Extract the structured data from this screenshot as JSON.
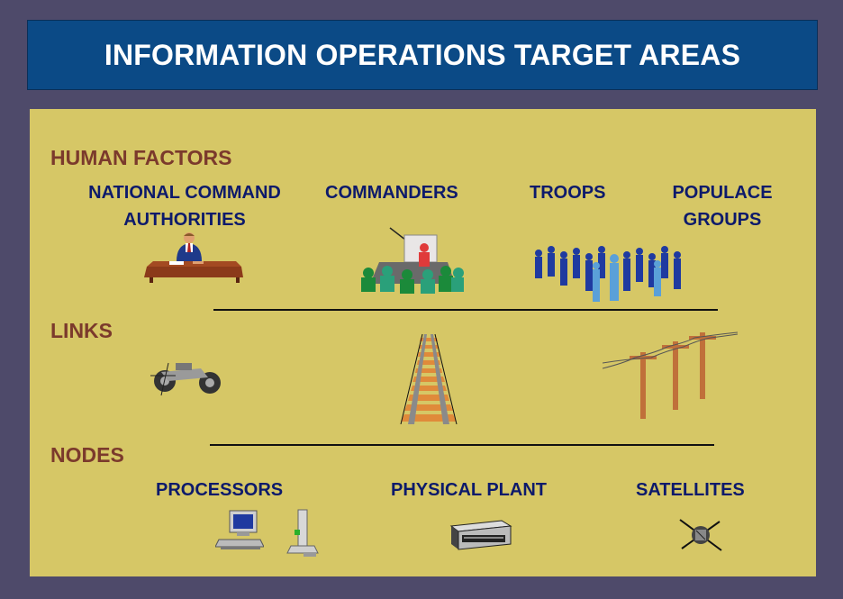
{
  "title": "INFORMATION OPERATIONS TARGET AREAS",
  "sections": {
    "human_factors": {
      "heading": "HUMAN FACTORS",
      "items": {
        "nca_line1": "NATIONAL COMMAND",
        "nca_line2": "AUTHORITIES",
        "commanders": "COMMANDERS",
        "troops": "TROOPS",
        "populace_line1": "POPULACE",
        "populace_line2": "GROUPS"
      }
    },
    "links": {
      "heading": "LINKS"
    },
    "nodes": {
      "heading": "NODES",
      "items": {
        "processors": "PROCESSORS",
        "physical_plant": "PHYSICAL PLANT",
        "satellites": "SATELLITES"
      }
    }
  },
  "colors": {
    "background": "#4e4a6a",
    "title_bar": "#0b4a86",
    "panel": "#d6c766",
    "section_heading": "#7b3a2c",
    "item_label": "#0d1a6b"
  },
  "icons": [
    "official-at-desk-icon",
    "briefing-presentation-icon",
    "crowd-icon",
    "motorcycle-icon",
    "railroad-track-icon",
    "telephone-poles-icon",
    "computer-workstation-icon",
    "computer-tower-icon",
    "printer-machine-icon",
    "satellite-icon"
  ]
}
